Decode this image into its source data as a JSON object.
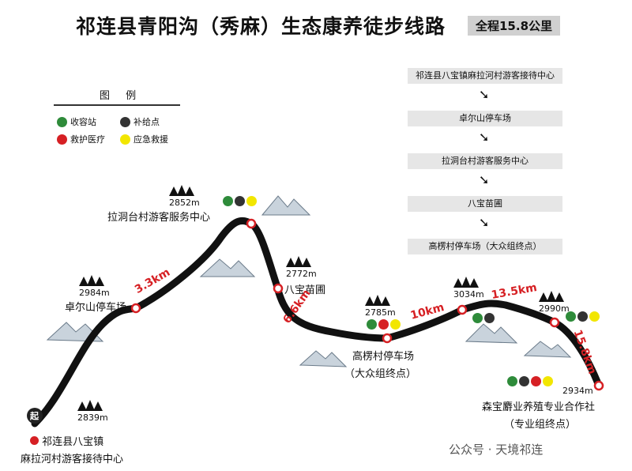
{
  "title": "祁连县青阳沟（秀麻）生态康养徒步线路",
  "total_distance": "全程15.8公里",
  "legend": {
    "title": "图 例",
    "items": [
      {
        "icon": "toll-booth-icon",
        "label": "收容站",
        "color": "#2e8b3a"
      },
      {
        "icon": "supply-point-icon",
        "label": "补给点",
        "color": "#333333"
      },
      {
        "icon": "first-aid-icon",
        "label": "救护医疗",
        "color": "#d62024"
      },
      {
        "icon": "emergency-rescue-icon",
        "label": "应急救援",
        "color": "#f2e600"
      }
    ]
  },
  "flow": [
    "祁连县八宝镇麻拉河村游客接待中心",
    "卓尔山停车场",
    "拉洞台村游客服务中心",
    "八宝苗圃",
    "高楞村停车场（大众组终点）"
  ],
  "start_badge": "起",
  "points": [
    {
      "name": "祁连县八宝镇",
      "name2": "麻拉河村游客接待中心",
      "elevation": "2839m"
    },
    {
      "name": "卓尔山停车场",
      "elevation": "2984m"
    },
    {
      "name": "拉洞台村游客服务中心",
      "elevation": "2852m"
    },
    {
      "name": "八宝苗圃",
      "elevation": "2772m"
    },
    {
      "name": "高楞村停车场",
      "name2": "（大众组终点）",
      "elevation": "2785m"
    },
    {
      "name": "",
      "elevation": "3034m"
    },
    {
      "name": "",
      "elevation": "2990m"
    },
    {
      "name": "森宝麝业养殖专业合作社",
      "name2": "（专业组终点）",
      "elevation": "2934m"
    }
  ],
  "distances": [
    "3.3km",
    "6.6km",
    "10km",
    "13.5km",
    "15.8km"
  ],
  "watermark": "公众号 · 天境祁连",
  "colors": {
    "route": "#111111",
    "marker": "#d62024",
    "highlight": "#f2e600",
    "flow_bg": "#e6e6e6"
  }
}
